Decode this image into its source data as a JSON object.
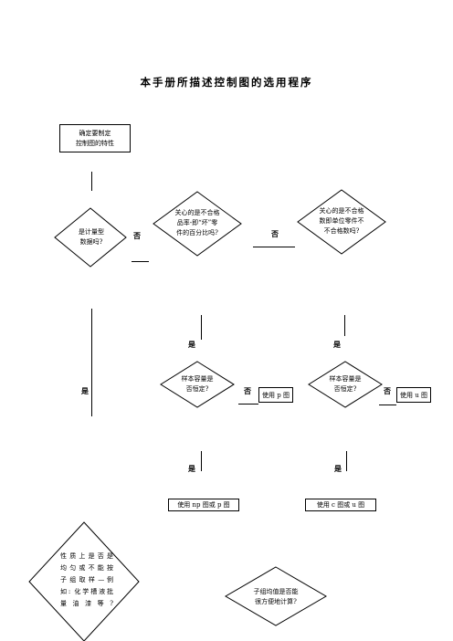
{
  "title": "本手册所描述控制图的选用程序",
  "nodes": {
    "n1": {
      "lines": [
        "确定要制定",
        "控制图的特性"
      ]
    },
    "d1": {
      "lines": [
        "是计量型",
        "数据吗?"
      ]
    },
    "d2": {
      "lines": [
        "关心的是不合格",
        "品率-即“坏”零",
        "件的百分比吗?"
      ]
    },
    "d3": {
      "lines": [
        "关心的是不合格",
        "数即单位零件不",
        "不合格数吗?"
      ]
    },
    "d4": {
      "lines": [
        "样本容量是",
        "否恒定?"
      ]
    },
    "d5": {
      "lines": [
        "样本容量是",
        "否恒定?"
      ]
    },
    "b_p": {
      "label": "使用 p 图"
    },
    "b_u": {
      "label": "使用 u 图"
    },
    "b_npp": {
      "label": "使用 np 图或 p 图"
    },
    "b_cu": {
      "label": "使用 c 图或 u 图"
    },
    "d6": {
      "lines": [
        "性 质 上 是 否 是",
        "均 匀 或 不 能 按",
        "子 组 取 样 — 例",
        "如: 化学槽液批",
        "量油漆等?"
      ]
    },
    "d7": {
      "lines": [
        "子组均值是否能",
        "很方便地计算?"
      ]
    }
  },
  "labels": {
    "no1": "否",
    "no2": "否",
    "no3": "否",
    "no4": "否",
    "yes1": "是",
    "yes2": "是",
    "yes3": "是",
    "yes4": "是",
    "yes5": "是"
  }
}
